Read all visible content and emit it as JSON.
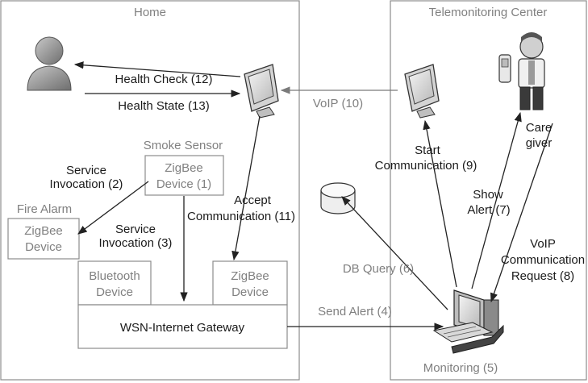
{
  "regions": {
    "home": "Home",
    "center": "Telemonitoring Center"
  },
  "devices": {
    "smoke_sensor_label": "Smoke Sensor",
    "smoke_zigbee": [
      "ZigBee",
      "Device (1)"
    ],
    "fire_alarm_label": "Fire Alarm",
    "fire_zigbee": [
      "ZigBee",
      "Device"
    ],
    "bluetooth": [
      "Bluetooth",
      "Device"
    ],
    "zigbee_right": [
      "ZigBee",
      "Device"
    ],
    "gateway": "WSN-Internet Gateway",
    "monitoring": "Monitoring (5)",
    "care_giver": [
      "Care",
      "giver"
    ]
  },
  "flows": {
    "health_check": "Health Check (12)",
    "health_state": "Health State (13)",
    "voip": "VoIP (10)",
    "service_invocation_2": [
      "Service",
      "Invocation (2)"
    ],
    "service_invocation_3": [
      "Service",
      "Invocation (3)"
    ],
    "accept_comm": [
      "Accept",
      "Communication (11)"
    ],
    "start_comm": [
      "Start",
      "Communication (9)"
    ],
    "show_alert": [
      "Show",
      "Alert (7)"
    ],
    "voip_request": [
      "VoIP",
      "Communication",
      "Request (8)"
    ],
    "db_query": "DB Query (6)",
    "send_alert": "Send Alert (4)"
  }
}
